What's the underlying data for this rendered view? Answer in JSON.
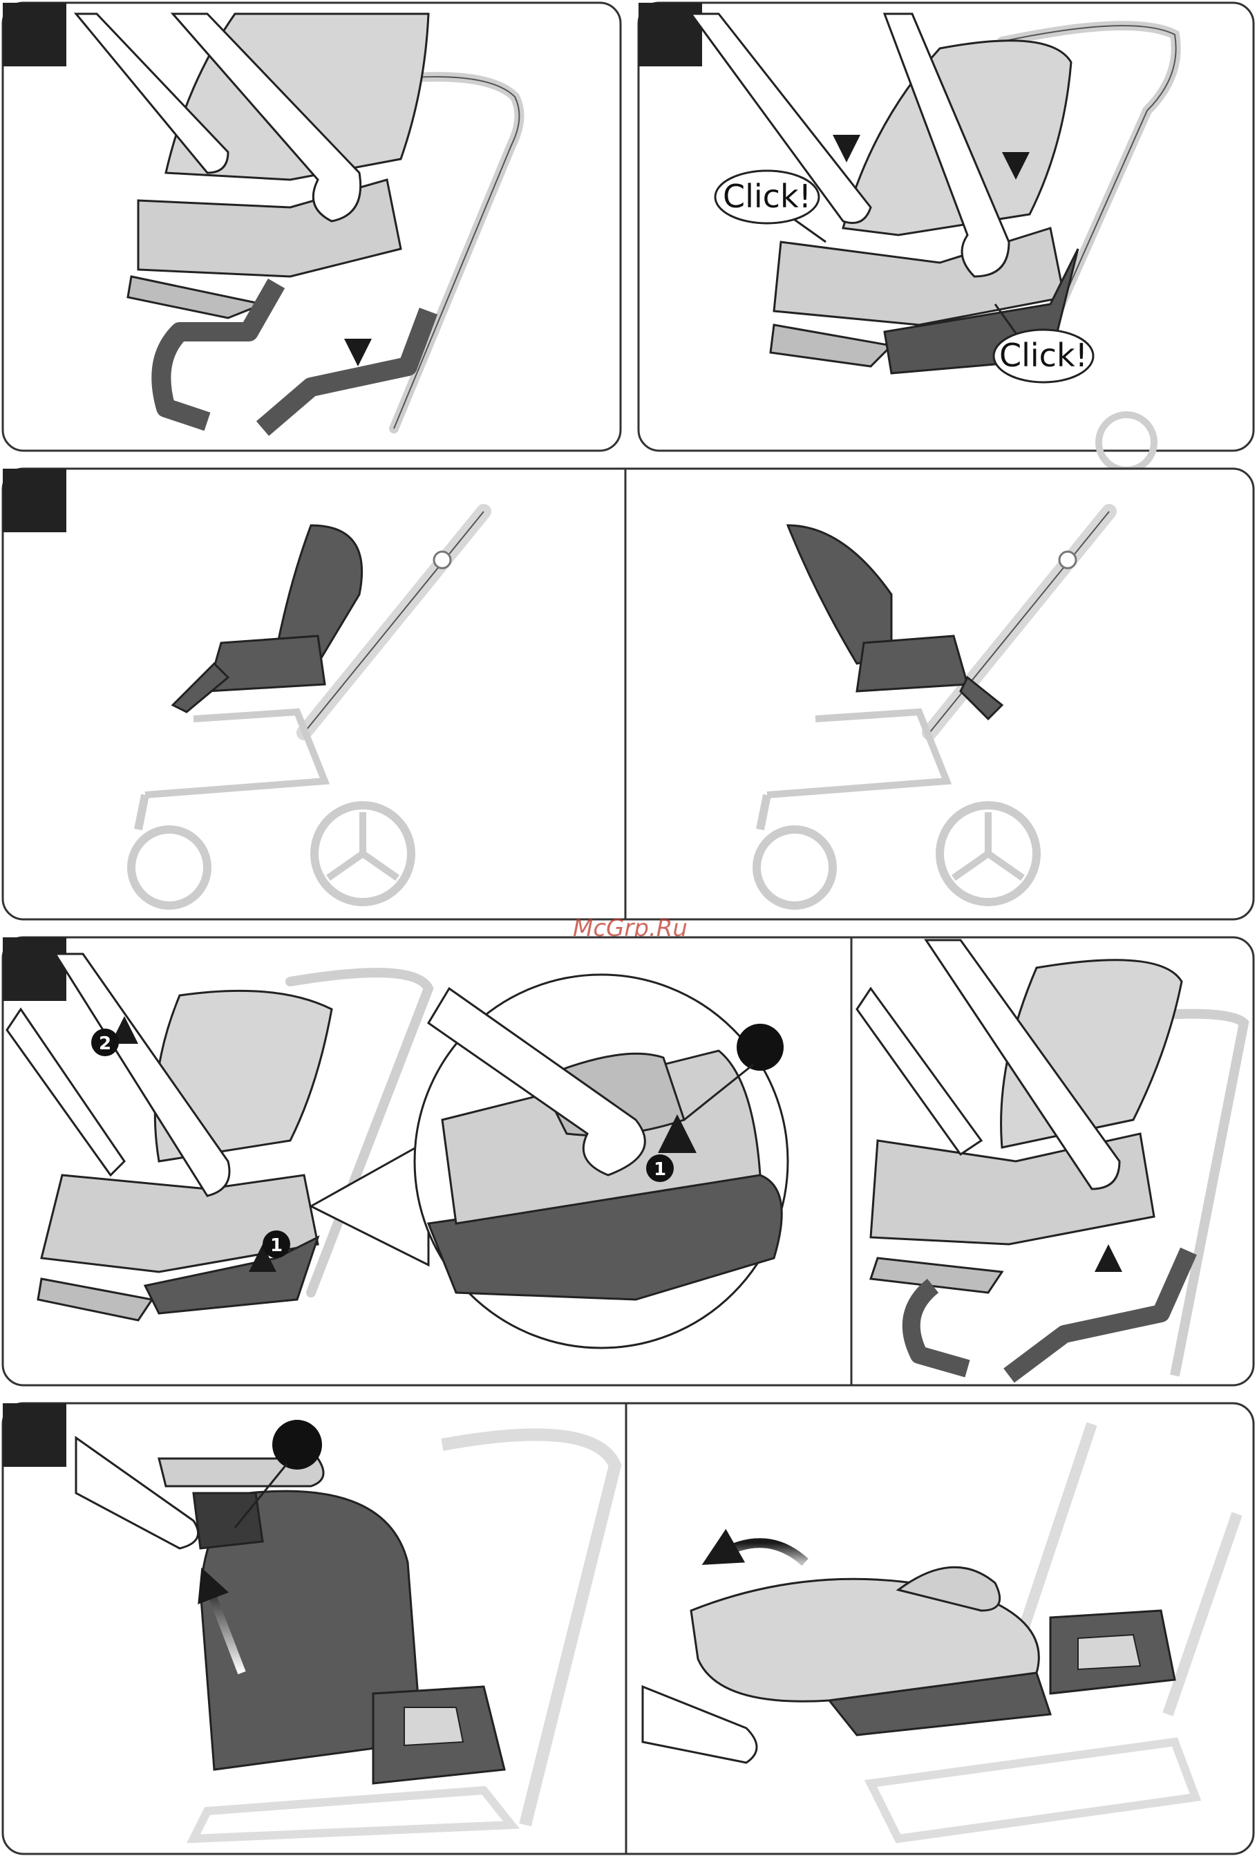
{
  "watermark": "McGrp.Ru",
  "callouts": {
    "click_top": "Click!",
    "click_bottom": "Click!"
  },
  "step_numbers": {
    "one": "1",
    "two": "2"
  },
  "colors": {
    "frame": "#222222",
    "panel_border": "#333333",
    "seat_light": "#d6d6d6",
    "seat_dark": "#5a5a5a",
    "frame_light": "#cfcfcf",
    "arrow": "#1a1a1a"
  }
}
